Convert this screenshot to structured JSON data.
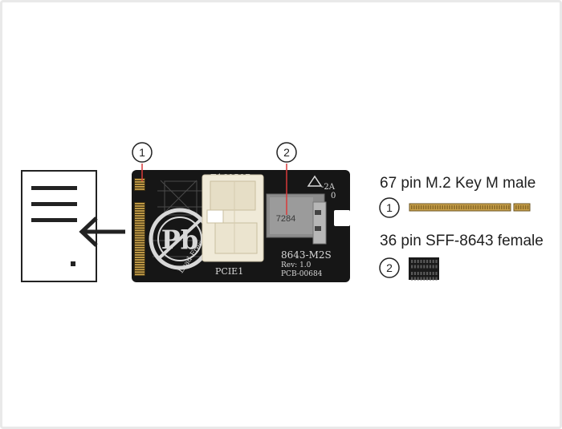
{
  "board": {
    "silk_top": "E169587",
    "chip_code": "7284",
    "model": "8643-M2S",
    "rev": "Rev: 1.0",
    "pcb": "PCB-00684",
    "slot": "PCIE1",
    "badge_main": "Pb",
    "badge_ring": "Lead-Free",
    "power_mark": "-2A",
    "power_sub": "0"
  },
  "callouts": {
    "one": "1",
    "two": "2"
  },
  "legend": {
    "item1": {
      "number": "1",
      "label": "67 pin M.2 Key M male"
    },
    "item2": {
      "number": "2",
      "label": "36 pin SFF-8643 female"
    }
  },
  "colors": {
    "pcb": "#161616",
    "gold": "#c9a14a",
    "connector": "#f0ead8",
    "callout_line": "#d93a3a"
  }
}
